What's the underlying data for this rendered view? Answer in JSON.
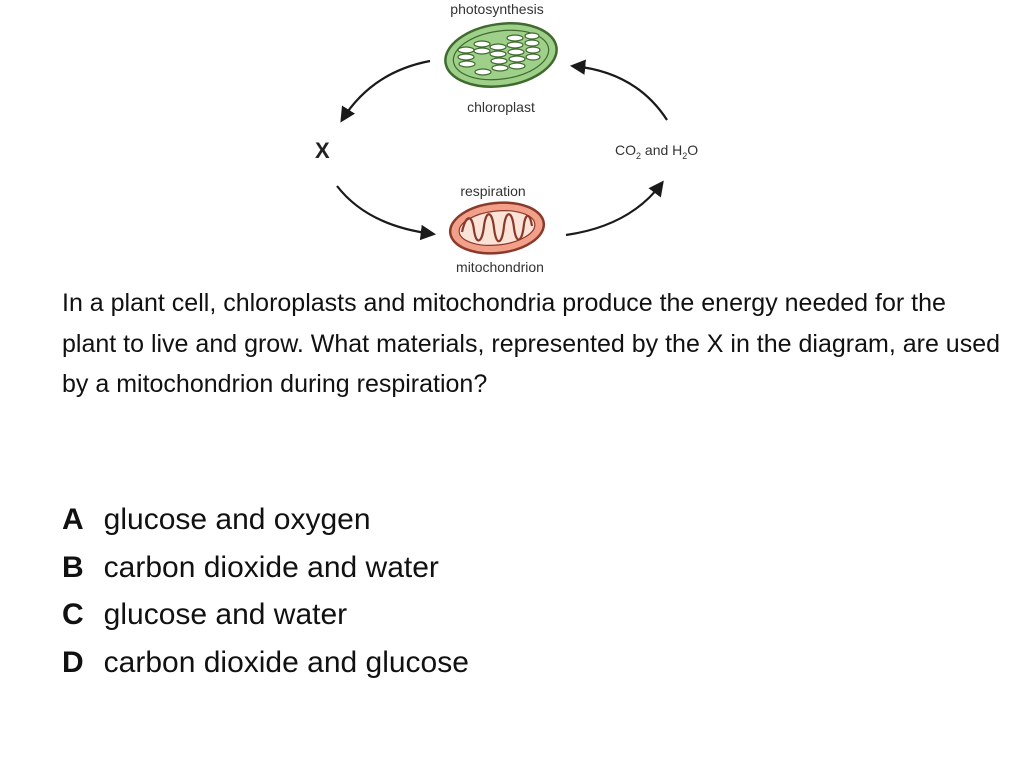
{
  "diagram": {
    "photosynthesis_label": "photosynthesis",
    "chloroplast_label": "chloroplast",
    "respiration_label": "respiration",
    "mitochondrion_label": "mitochondrion",
    "x_label": "X",
    "co2_water": {
      "co": "CO",
      "co_sub": "2",
      "and_h": " and H",
      "h_sub": "2",
      "o": "O"
    },
    "colors": {
      "chloroplast_fill": "#9fd08a",
      "chloroplast_stroke": "#3f6b2e",
      "mitochondrion_fill": "#f2a08a",
      "mitochondrion_stroke": "#8a3a2a",
      "arrow": "#1a1a1a"
    }
  },
  "question": "In a plant cell, chloroplasts and mitochondria produce the energy needed for the plant to live and grow. What materials, represented by the X in the diagram, are used by a mitochondrion during respiration?",
  "options": [
    {
      "letter": "A",
      "text": "glucose and oxygen"
    },
    {
      "letter": "B",
      "text": "carbon dioxide and water"
    },
    {
      "letter": "C",
      "text": "glucose and water"
    },
    {
      "letter": "D",
      "text": "carbon dioxide and glucose"
    }
  ]
}
